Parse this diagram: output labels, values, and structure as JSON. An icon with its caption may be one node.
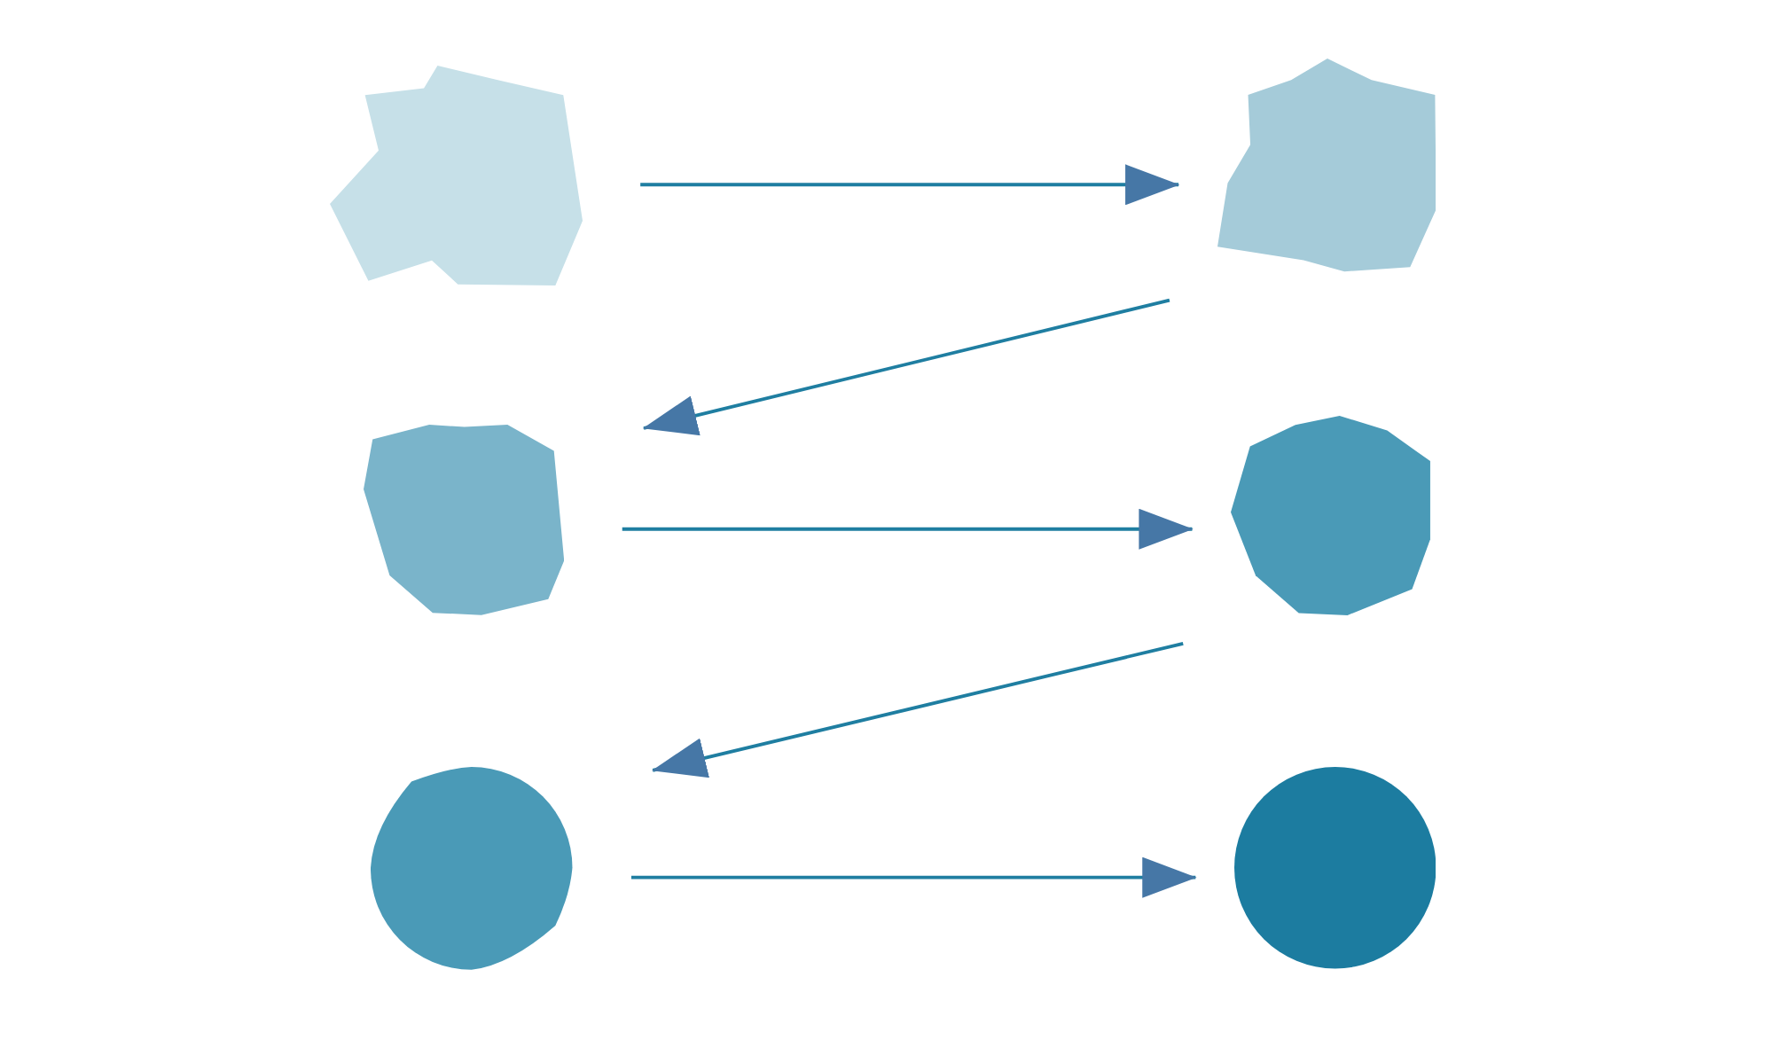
{
  "diagram": {
    "nodes": [
      {
        "text": [],
        "shape": "polygon"
      },
      {
        "text": [],
        "shape": "polygon"
      },
      {
        "text": [],
        "shape": "polygon"
      },
      {
        "text": [],
        "shape": "polygon"
      },
      {
        "text": [],
        "shape": "circle"
      },
      {
        "text": [],
        "shape": "circle"
      }
    ],
    "edges": [
      {
        "from": 0,
        "to": 1,
        "arrow": "to"
      },
      {
        "from": 1,
        "to": 2,
        "arrow": "to"
      },
      {
        "from": 2,
        "to": 3,
        "arrow": "to"
      },
      {
        "from": 3,
        "to": 4,
        "arrow": "to"
      },
      {
        "from": 4,
        "to": 5,
        "arrow": "to"
      }
    ]
  }
}
